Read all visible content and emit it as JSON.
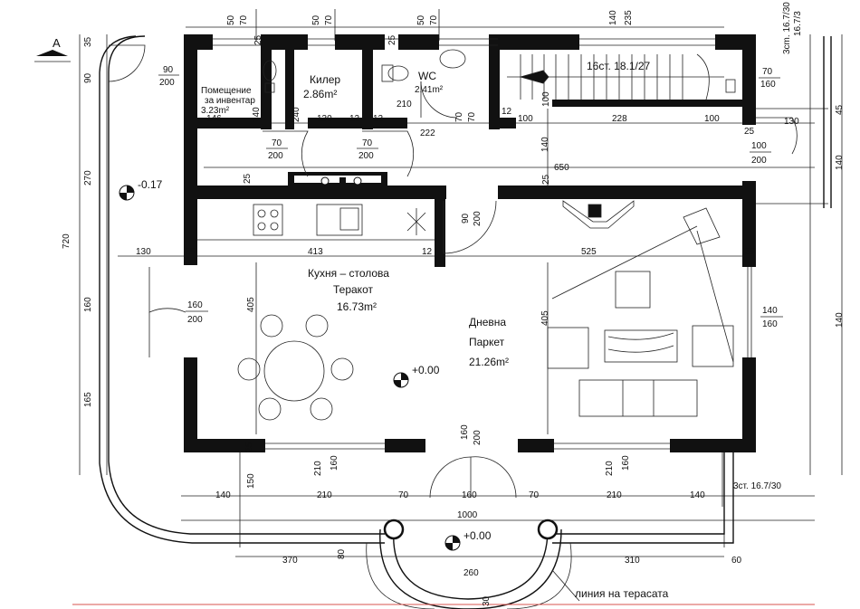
{
  "rooms": {
    "pantry": {
      "name1": "Помещение",
      "name2": "за инвентар",
      "area": "3.23m²"
    },
    "cellar": {
      "name": "Килер",
      "area": "2.86m²"
    },
    "wc": {
      "name": "WC",
      "area": "2.41m²"
    },
    "kitchen": {
      "name1": "Кухня – столова",
      "name2": "Теракот",
      "area": "16.73m²"
    },
    "living": {
      "name1": "Дневна",
      "name2": "Паркет",
      "area": "21.26m²"
    }
  },
  "section_mark": "A",
  "stairs_label": "16cт. 18.1/27",
  "steps_label": "3cт. 16.7/30",
  "steps_label_top": "3cm. 16.7/30",
  "terrace_line_label": "линия на терасата",
  "levels": {
    "entry": "-0.17",
    "main": "+0.00",
    "terrace": "+0.00"
  },
  "openings": [
    {
      "id": "o1",
      "w": "90",
      "h": "200"
    },
    {
      "id": "o2",
      "w": "70",
      "h": "200"
    },
    {
      "id": "o3",
      "w": "70",
      "h": "200"
    },
    {
      "id": "o4",
      "w": "100",
      "h": "200"
    },
    {
      "id": "o5",
      "w": "70",
      "h": "160"
    },
    {
      "id": "o6",
      "w": "160",
      "h": "200"
    },
    {
      "id": "o7",
      "w": "140",
      "h": "160"
    },
    {
      "id": "o8",
      "w": "90",
      "h": "200"
    }
  ],
  "dims": {
    "top": [
      "50",
      "70",
      "25",
      "50",
      "70",
      "25",
      "50",
      "70",
      "140",
      "235"
    ],
    "left": [
      "35",
      "90",
      "270",
      "720",
      "160",
      "165"
    ],
    "right": [
      "45",
      "140",
      "140",
      "16.7/3"
    ],
    "row1": [
      "146",
      "240",
      "240",
      "130",
      "12",
      "12",
      "210",
      "222",
      "70",
      "12",
      "100",
      "228",
      "100",
      "130"
    ],
    "row2": [
      "25",
      "650",
      "25",
      "25",
      "140",
      "100",
      "70"
    ],
    "row3": [
      "130",
      "25",
      "413",
      "12",
      "525",
      "25",
      "405",
      "405"
    ],
    "row4": [
      "25",
      "210",
      "160",
      "160",
      "200",
      "210",
      "160"
    ],
    "row5": [
      "140",
      "150",
      "210",
      "70",
      "160",
      "70",
      "210",
      "140"
    ],
    "row6": [
      "1000"
    ],
    "row7": [
      "370",
      "80",
      "260",
      "310",
      "60",
      "30"
    ]
  }
}
